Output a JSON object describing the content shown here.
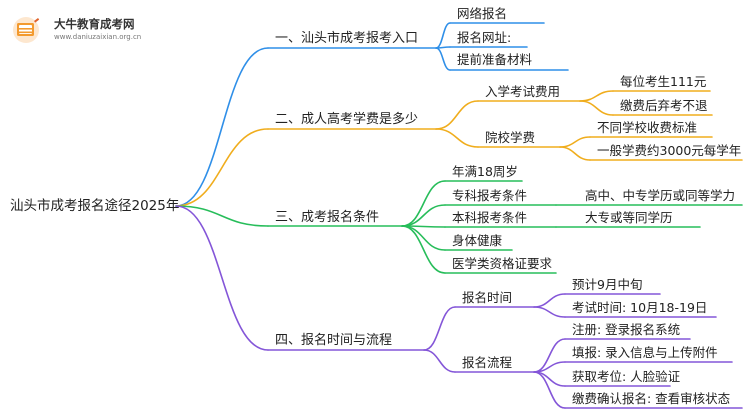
{
  "logo": {
    "title": "大牛教育成考网",
    "url": "www.daniuzaixian.org.cn",
    "icon": "book-stack-icon"
  },
  "colors": {
    "blue": "#2f8fe8",
    "orange": "#f0ad1d",
    "green": "#27bd5a",
    "purple": "#8456d8"
  },
  "root": "汕头市成考报名途径2025年",
  "branches": [
    {
      "label": "一、汕头市成考报考入口",
      "color": "blue",
      "children": [
        {
          "label": "网络报名"
        },
        {
          "label": "报名网址:"
        },
        {
          "label": "提前准备材料"
        }
      ]
    },
    {
      "label": "二、成人高考学费是多少",
      "color": "orange",
      "children": [
        {
          "label": "入学考试费用",
          "children": [
            "每位考生111元",
            "缴费后弃考不退"
          ]
        },
        {
          "label": "院校学费",
          "children": [
            "不同学校收费标准",
            "一般学费约3000元每学年"
          ]
        }
      ]
    },
    {
      "label": "三、成考报名条件",
      "color": "green",
      "children": [
        {
          "label": "年满18周岁"
        },
        {
          "label": "专科报考条件",
          "children": [
            "高中、中专学历或同等学力"
          ]
        },
        {
          "label": "本科报考条件",
          "children": [
            "大专或等同学历"
          ]
        },
        {
          "label": "身体健康"
        },
        {
          "label": "医学类资格证要求"
        }
      ]
    },
    {
      "label": "四、报名时间与流程",
      "color": "purple",
      "children": [
        {
          "label": "报名时间",
          "children": [
            "预计9月中旬",
            "考试时间: 10月18-19日"
          ]
        },
        {
          "label": "报名流程",
          "children": [
            "注册: 登录报名系统",
            "填报: 录入信息与上传附件",
            "获取考位: 人脸验证",
            "缴费确认报名: 查看审核状态"
          ]
        }
      ]
    }
  ]
}
